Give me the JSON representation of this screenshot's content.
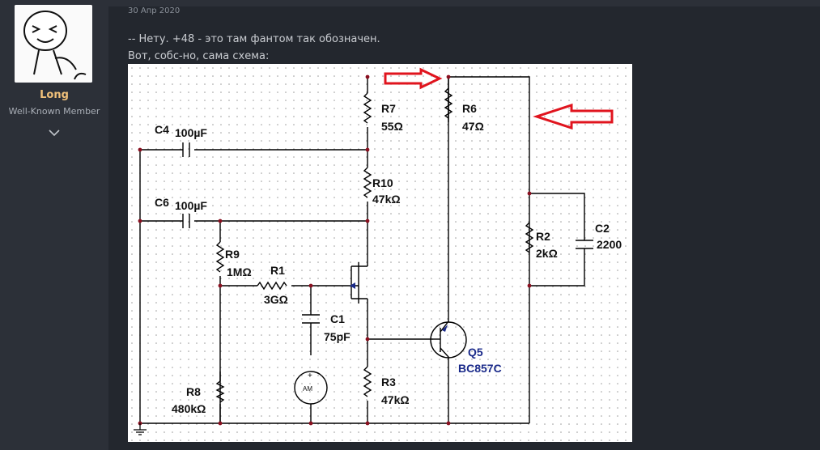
{
  "user": {
    "name": "Long",
    "title": "Well-Known Member"
  },
  "post": {
    "date": "30 Апр 2020",
    "lines": [
      "-- Нету. +48 - это там фантом так обозначен.",
      "Вот, собс-но, сама схема:"
    ]
  },
  "schematic": {
    "R7": "R7",
    "R7_val": "55Ω",
    "R6": "R6",
    "R6_val": "47Ω",
    "C4": "C4",
    "C4_val": "100µF",
    "C6": "C6",
    "C6_val": "100µF",
    "R10": "R10",
    "R10_val": "47kΩ",
    "R9": "R9",
    "R9_val": "1MΩ",
    "R1": "R1",
    "R1_val": "3GΩ",
    "C1": "C1",
    "C1_val": "75pF",
    "R3": "R3",
    "R3_val": "47kΩ",
    "R8": "R8",
    "R8_val": "480kΩ",
    "R2": "R2",
    "R2_val": "2kΩ",
    "C2": "C2",
    "C2_val": "2200",
    "Q5": "Q5",
    "Q5_val": "BC857C",
    "meter": "AM",
    "meter_plus": "+"
  },
  "colors": {
    "accent_arrow": "#e0141e",
    "transistor_label": "#1a2a8a"
  }
}
